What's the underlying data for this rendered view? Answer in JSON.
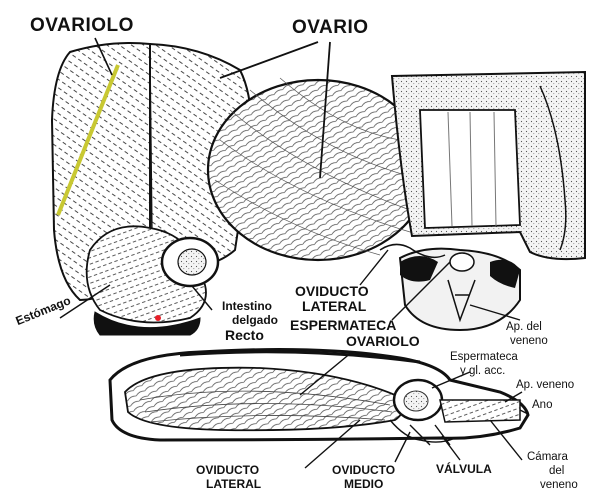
{
  "labels": {
    "ovariolo_top": "OVARIOLO",
    "ovario": "OVARIO",
    "estomago": "Estómago",
    "intestino_delgado_1": "Intestino",
    "intestino_delgado_2": "delgado",
    "recto": "Recto",
    "oviducto_lateral_top_1": "OVIDUCTO",
    "oviducto_lateral_top_2": "LATERAL",
    "espermateca_top": "ESPERMATECA",
    "ovariolo_mid": "OVARIOLO",
    "ap_veneno_top_1": "Ap. del",
    "ap_veneno_top_2": "veneno",
    "espermateca_acc_1": "Espermateca",
    "espermateca_acc_2": "y gl. acc.",
    "ap_veneno_side": "Ap. veneno",
    "ano": "Ano",
    "oviducto_lateral_bot_1": "OVIDUCTO",
    "oviducto_lateral_bot_2": "LATERAL",
    "oviducto_medio_1": "OVIDUCTO",
    "oviducto_medio_2": "MEDIO",
    "valvula": "VÁLVULA",
    "camara_1": "Cámara",
    "camara_2": "del",
    "camara_3": "veneno"
  },
  "colors": {
    "ink": "#111111",
    "highlight_line": "#c8c832",
    "rectum_red": "#e8202a",
    "paper": "#ffffff"
  }
}
